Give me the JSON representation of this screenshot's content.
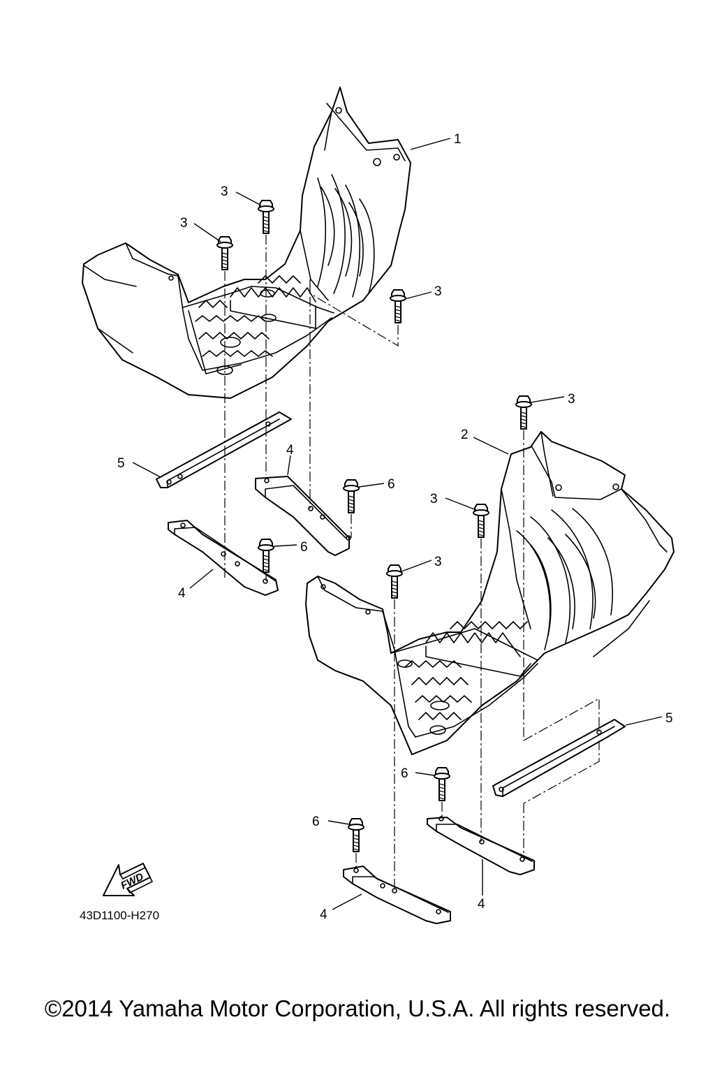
{
  "diagram": {
    "part_number": "43D1100-H270",
    "fwd_arrow_text": "FWD",
    "callouts": {
      "c1": "1",
      "c2": "2",
      "c3a": "3",
      "c3b": "3",
      "c3c": "3",
      "c3d": "3",
      "c3e": "3",
      "c3f": "3",
      "c4a": "4",
      "c4b": "4",
      "c4c": "4",
      "c4d": "4",
      "c5a": "5",
      "c5b": "5",
      "c6a": "6",
      "c6b": "6",
      "c6c": "6",
      "c6d": "6"
    }
  },
  "footer": {
    "copyright": "©2014 Yamaha Motor Corporation, U.S.A. All rights reserved."
  }
}
